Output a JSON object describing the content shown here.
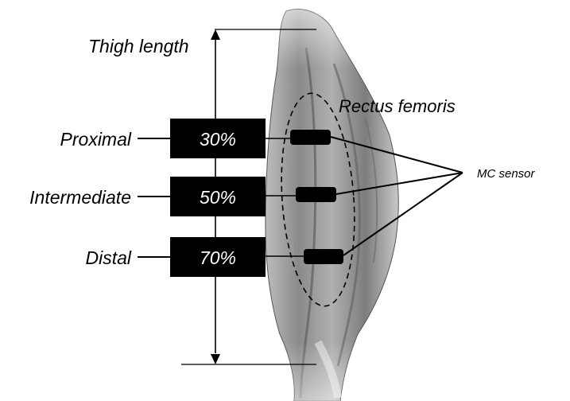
{
  "diagram": {
    "thigh_length_label": "Thigh length",
    "muscle_label": "Rectus femoris",
    "sensor_label": "MC sensor",
    "positions": [
      {
        "name": "Proximal",
        "percent": "30%"
      },
      {
        "name": "Intermediate",
        "percent": "50%"
      },
      {
        "name": "Distal",
        "percent": "70%"
      }
    ]
  }
}
